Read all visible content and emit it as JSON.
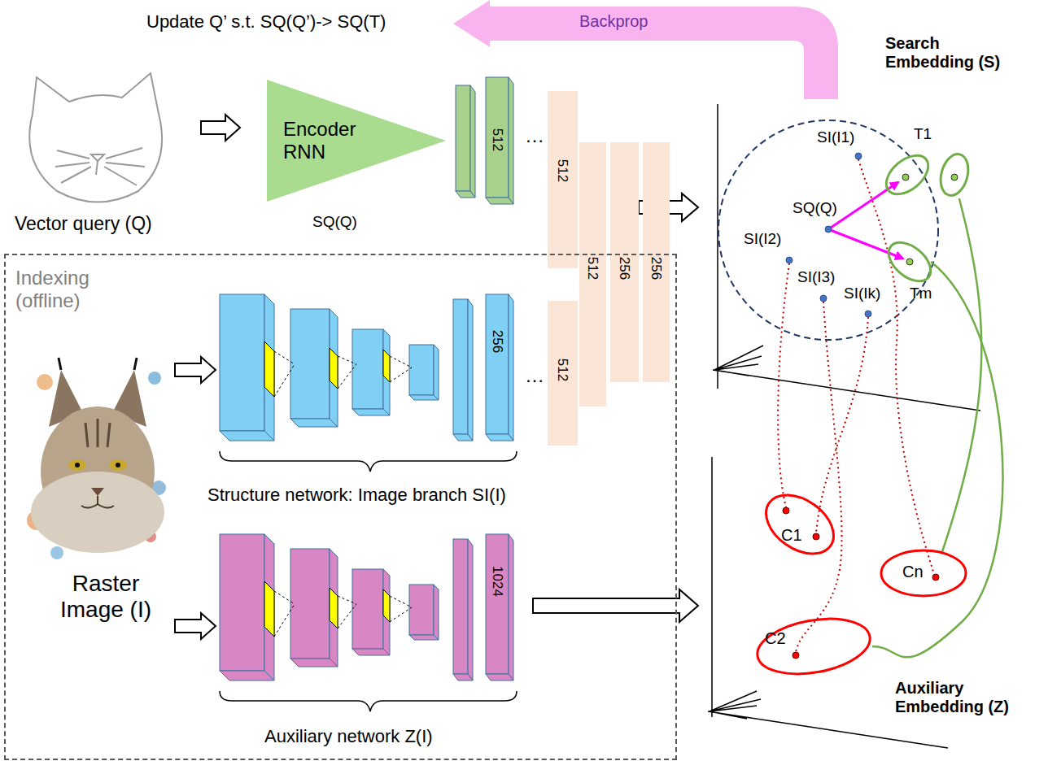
{
  "diagram": {
    "nodes": [
      {
        "text": [
          "Encoder RNN"
        ]
      },
      {
        "text": [
          "Indexing (offline)"
        ]
      },
      {
        "text": [
          "T1"
        ]
      },
      {
        "text": [
          "Tm"
        ]
      },
      {
        "text": [
          "C1"
        ]
      },
      {
        "text": [
          "C2"
        ]
      },
      {
        "text": [
          "Cn"
        ]
      }
    ],
    "edges": [
      {
        "from": 2,
        "to": 6,
        "arrow": "none"
      },
      {
        "from": 3,
        "to": 5,
        "arrow": "none"
      }
    ],
    "labels": [
      "Update Q’ s.t. SQ(Q’)-> SQ(T)",
      "Backprop",
      "Search Embedding (S)",
      "Vector query (Q)",
      "SQ(Q)",
      "512",
      "…",
      "512",
      "512",
      "256",
      "256",
      "256",
      "…",
      "512",
      "Structure network: Image branch SI(I)",
      "Raster Image (I)",
      "1024",
      "Auxiliary network Z(I)",
      "SI(I1)",
      "SQ(Q)",
      "SI(I2)",
      "SI(I3)",
      "SI(Ik)",
      "Auxiliary Embedding (Z)"
    ]
  }
}
